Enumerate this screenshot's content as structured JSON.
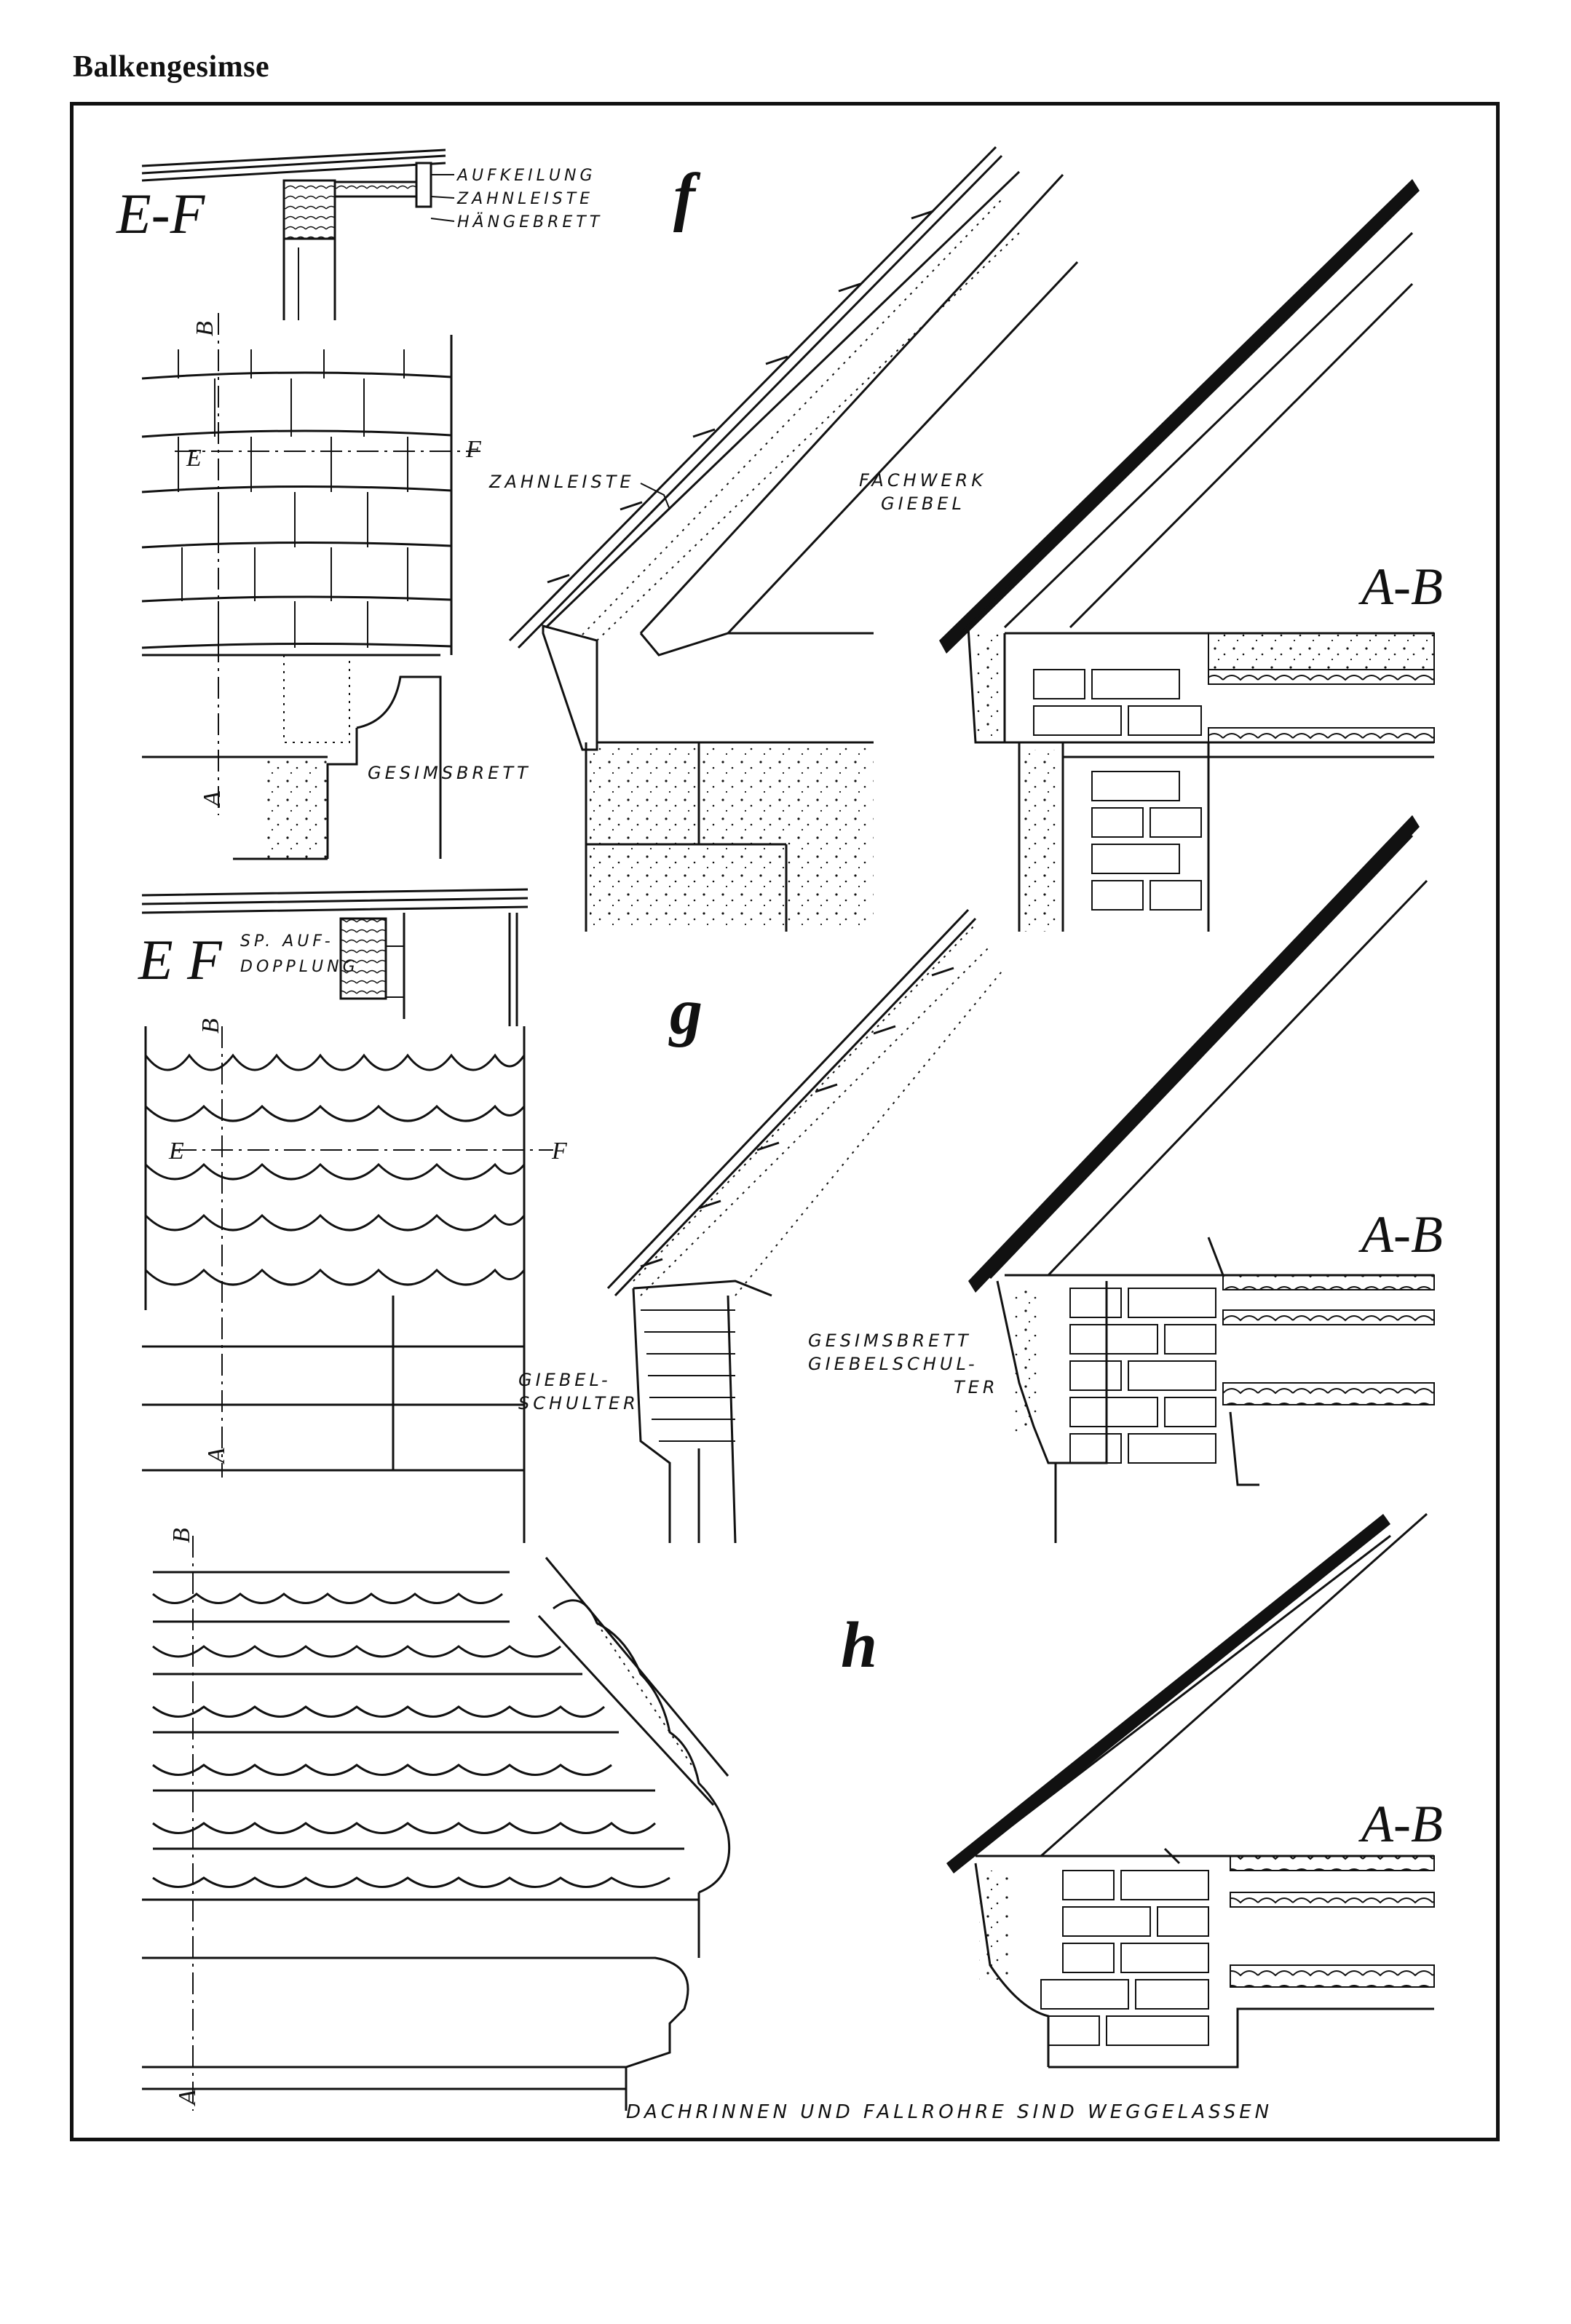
{
  "page": {
    "title": "Balkengesimse"
  },
  "panels": {
    "f": {
      "letter": "f",
      "section_ef": "E-F",
      "section_ab": "A-B",
      "mark_b": "B",
      "mark_e": "E",
      "mark_f": "F",
      "mark_a": "A",
      "labels": {
        "aufkeilung": "AUFKEILUNG",
        "zahnleiste_top": "ZAHNLEISTE",
        "haengebrett": "HÄNGEBRETT",
        "zahnleiste": "ZAHNLEISTE",
        "fachwerk": "FACHWERK",
        "giebel": "GIEBEL",
        "gesimsbrett": "GESIMSBRETT"
      }
    },
    "g": {
      "letter": "g",
      "section_ef": "E F",
      "section_ab": "A-B",
      "mark_b": "B",
      "mark_e": "E",
      "mark_f": "F",
      "mark_a": "A",
      "labels": {
        "sp_auf": "SP. AUF-",
        "dopplung": "DOPPLUNG",
        "giebel_schulter_1": "GIEBEL-",
        "giebel_schulter_2": "SCHULTER",
        "gesimsbrett": "GESIMSBRETT",
        "giebelschul": "GIEBELSCHUL-",
        "ter": "TER"
      }
    },
    "h": {
      "letter": "h",
      "section_ab": "A-B",
      "mark_b": "B",
      "mark_a": "A",
      "note": "DACHRINNEN UND FALLROHRE SIND WEGGELASSEN"
    }
  }
}
